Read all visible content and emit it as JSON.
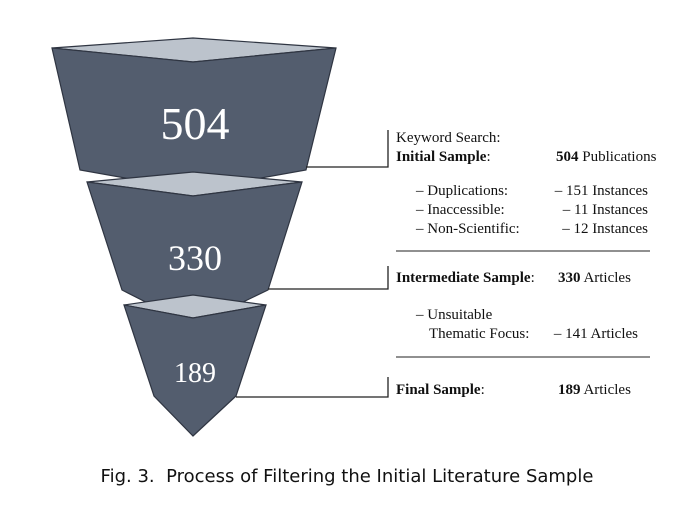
{
  "stages": [
    {
      "value": "504"
    },
    {
      "value": "330"
    },
    {
      "value": "189"
    }
  ],
  "annotations": {
    "keyword_search": "Keyword Search:",
    "initial": {
      "label": "Initial Sample",
      "colon": ":",
      "count": "504",
      "unit": "Publications"
    },
    "exclusions_1": [
      {
        "label": "– Duplications:",
        "value": "– 151 Instances"
      },
      {
        "label": "– Inaccessible:",
        "value": "– 11 Instances"
      },
      {
        "label": "– Non-Scientific:",
        "value": "– 12 Instances"
      }
    ],
    "intermediate": {
      "label": "Intermediate Sample",
      "colon": ":",
      "count": "330",
      "unit": "Articles"
    },
    "exclusion_2": {
      "line1": "– Unsuitable",
      "line2": "Thematic Focus:",
      "value": "– 141 Articles"
    },
    "final": {
      "label": "Final Sample",
      "colon": ":",
      "count": "189",
      "unit": "Articles"
    }
  },
  "caption": "Fig. 3.  Process of Filtering the Initial Literature Sample",
  "colors": {
    "dark": "#535d6e",
    "light": "#bcc3cc",
    "stroke": "#2f3542"
  }
}
